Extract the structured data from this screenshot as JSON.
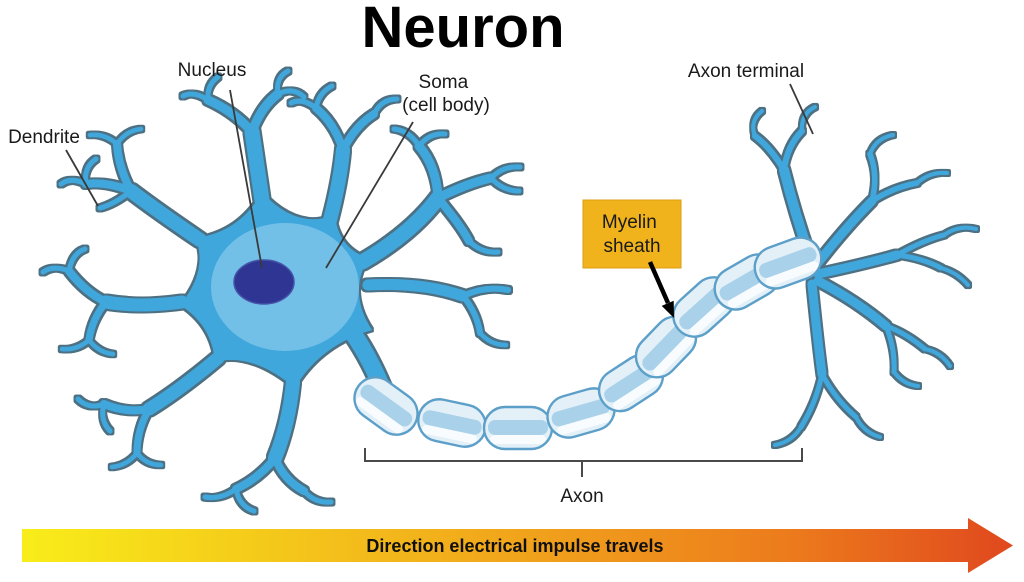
{
  "title": "Neuron",
  "labels": {
    "dendrite": "Dendrite",
    "nucleus": "Nucleus",
    "soma_line1": "Soma",
    "soma_line2": "(cell body)",
    "axon_terminal": "Axon terminal",
    "myelin_line1": "Myelin",
    "myelin_line2": "sheath",
    "axon": "Axon"
  },
  "direction_arrow": {
    "label": "Direction electrical impulse travels"
  },
  "colors": {
    "neuron-blue": "#3FA7DD",
    "neuron-outline": "#4E7183",
    "soma-inner": "#72C0E7",
    "nucleus-fill": "#2F3693",
    "nucleus-edge": "#4453A8",
    "myelin-fill": "#E3F0F8",
    "myelin-stripe": "#A9D2EA",
    "myelin-highlight": "#FAFDFF",
    "myelin-outline": "#5C9FC8",
    "callout-bg": "#F1B31C",
    "callout-border": "#DD9E11",
    "line-color": "#3A3A3A",
    "text-color": "#1A1A1A",
    "arrow-yellow": "#F8ED1A",
    "arrow-orange": "#F2B01B",
    "arrow-deep-orange": "#EC7A1C",
    "arrow-red": "#E0481E"
  }
}
